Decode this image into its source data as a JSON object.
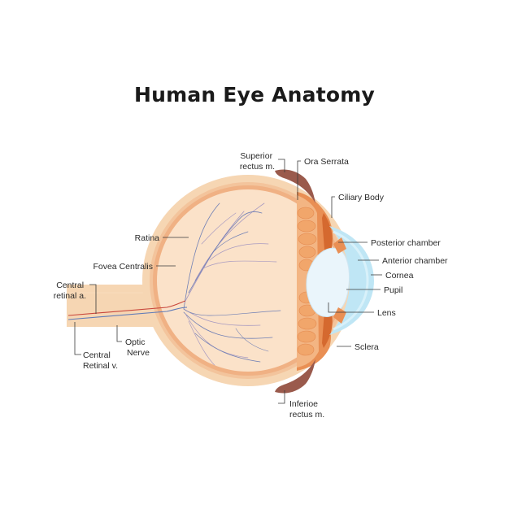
{
  "title": "Human Eye Anatomy",
  "colors": {
    "sclera": "#f6d6b3",
    "vitreous": "#fbe2c9",
    "choroid": "#f0b184",
    "retina_vessel_blue": "#6f7fb5",
    "retina_vessel_purple": "#a89ac0",
    "ciliary": "#eda86d",
    "ciliary_dark": "#d5692f",
    "lens": "#eaf5fb",
    "cornea": "#bfe6f5",
    "muscle": "#9a5a4c",
    "artery": "#c8453a",
    "vein": "#5f7bb8",
    "leader": "#3a3a3a"
  },
  "labels": {
    "superior_rectus": [
      "Superior",
      "rectus m."
    ],
    "ora_serrata": "Ora Serrata",
    "ciliary_body": "Ciliary Body",
    "posterior_chamber": "Posterior chamber",
    "anterior_chamber": "Anterior chamber",
    "cornea": "Cornea",
    "pupil": "Pupil",
    "lens": "Lens",
    "sclera": "Sclera",
    "inferior_rectus": [
      "Inferioe",
      "rectus m."
    ],
    "retina": "Ratina",
    "fovea_centralis": "Fovea Centralis",
    "central_retinal_artery": [
      "Central",
      "retinal a."
    ],
    "optic_nerve": [
      "Optic",
      "Nerve"
    ],
    "central_retinal_vein": [
      "Central",
      "Retinal v."
    ]
  }
}
